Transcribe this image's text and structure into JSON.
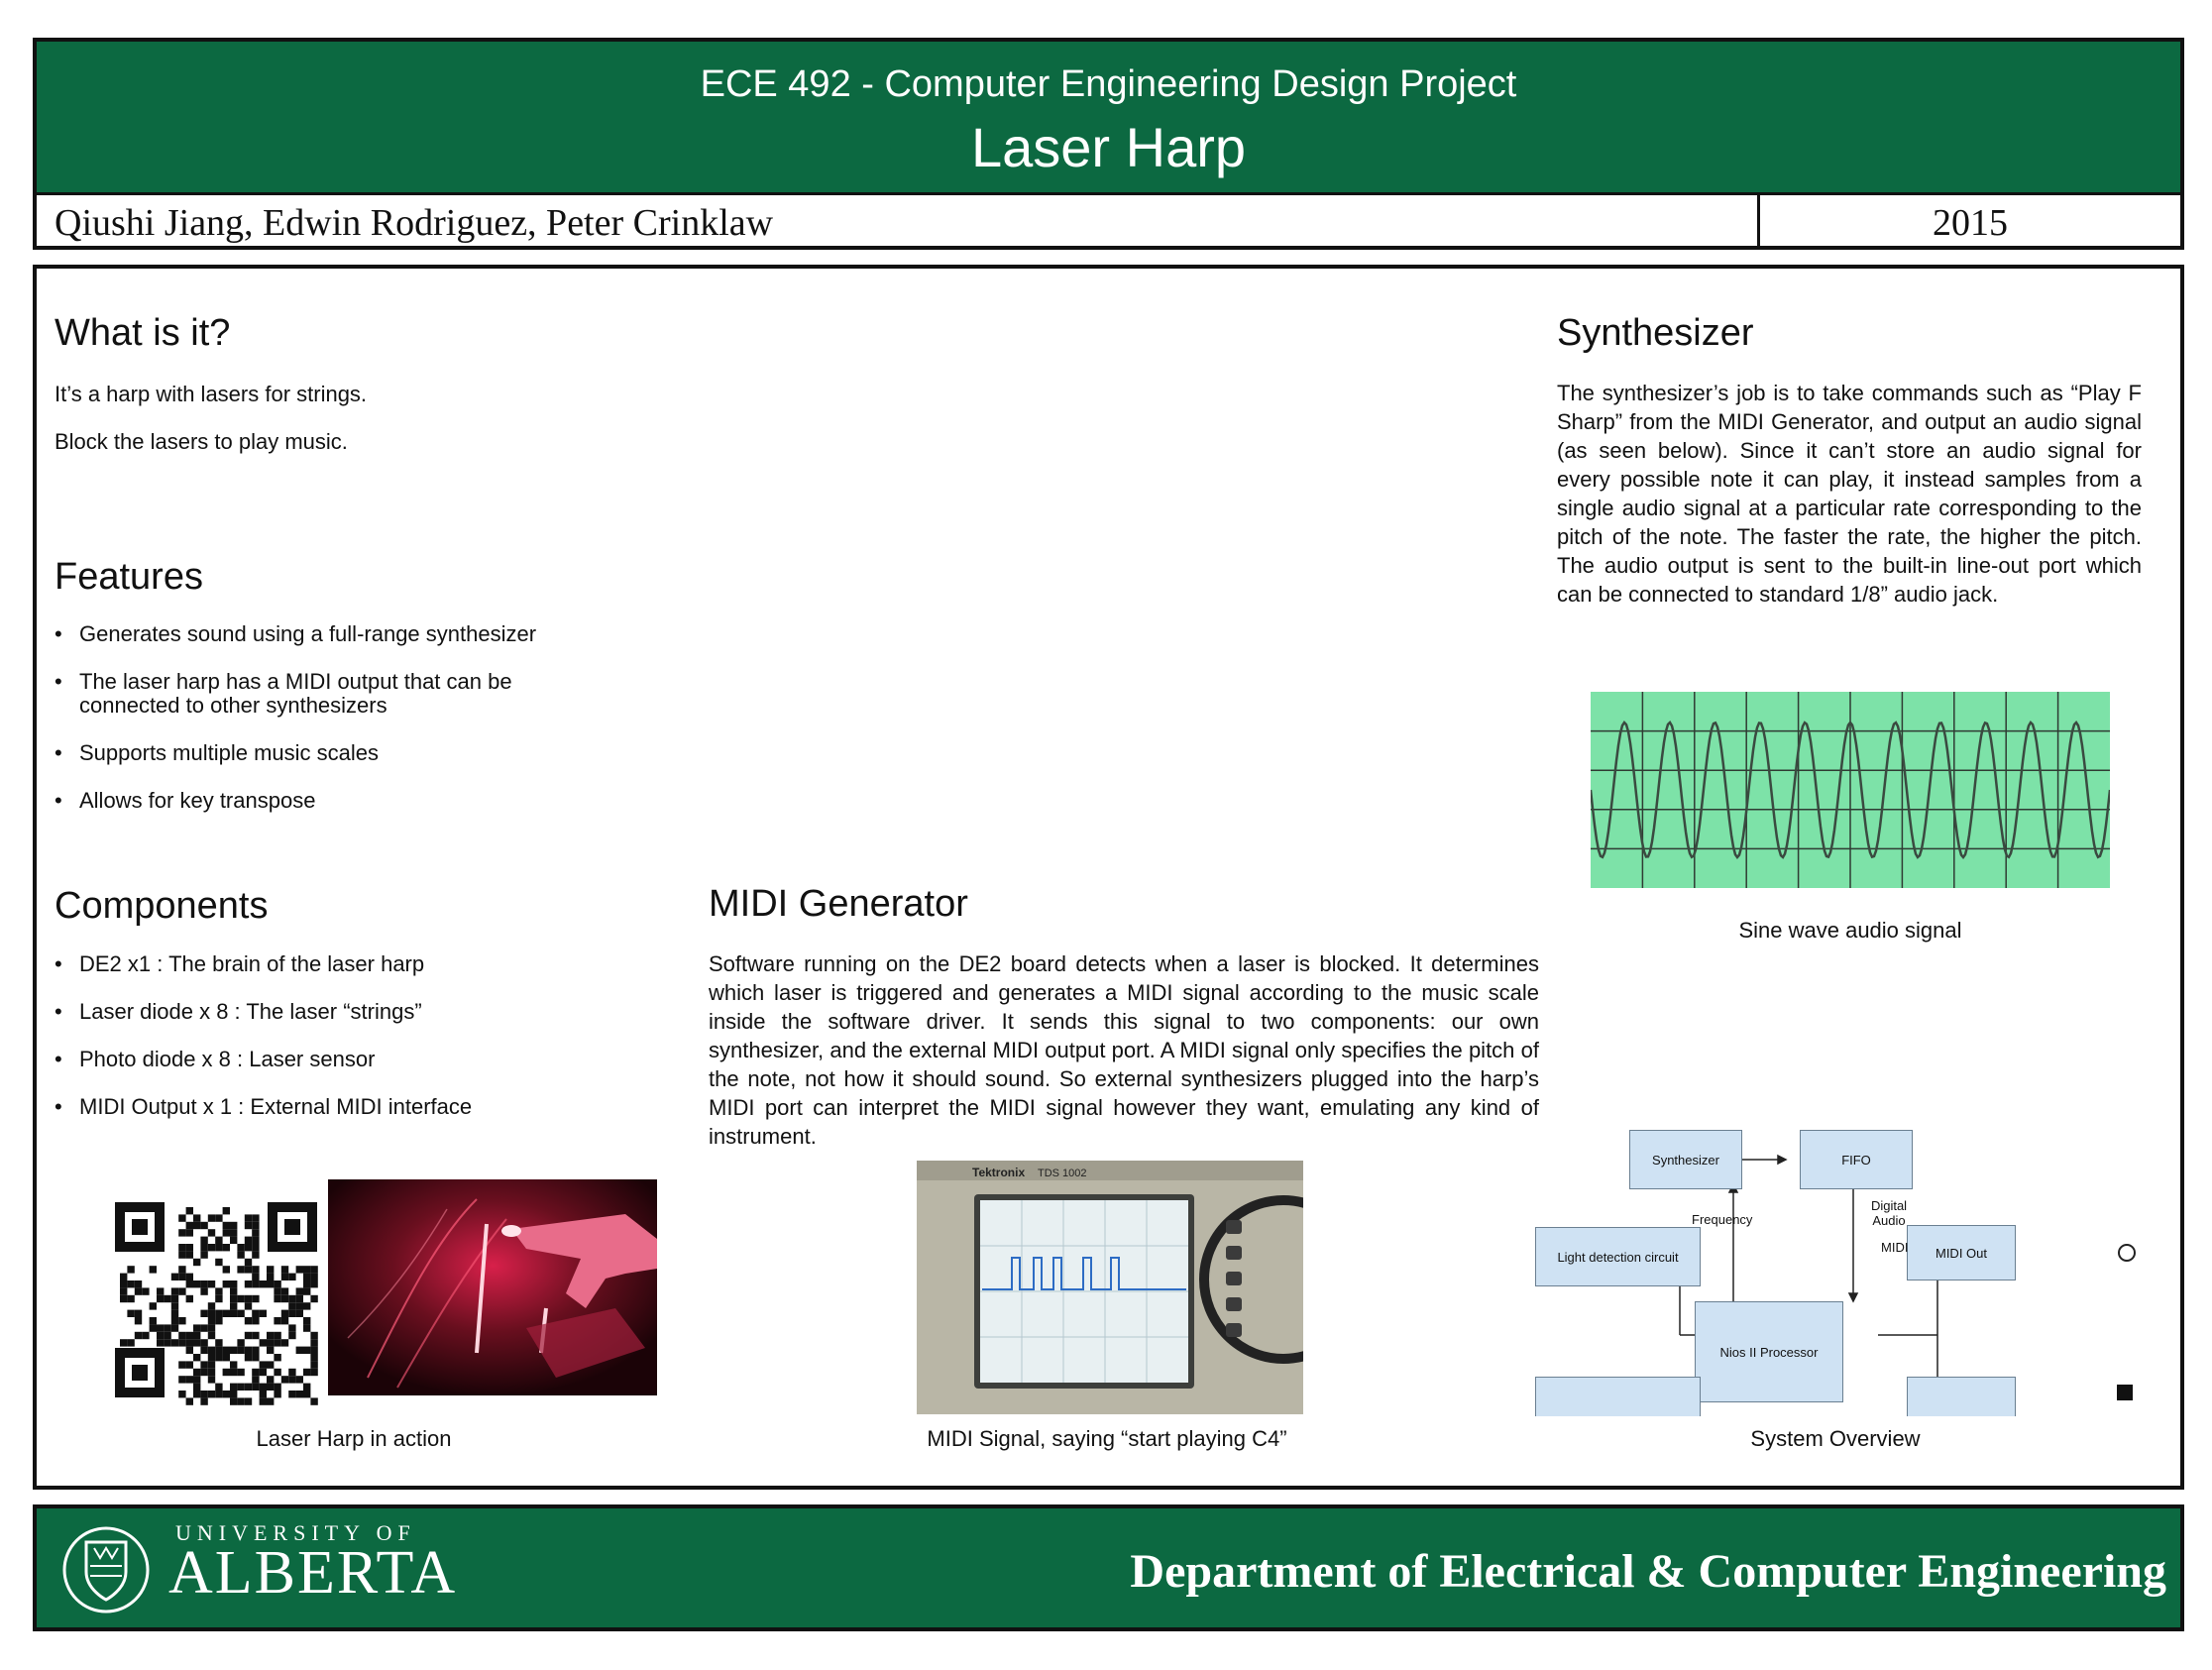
{
  "header": {
    "course": "ECE 492 - Computer Engineering Design Project",
    "title": "Laser Harp",
    "authors": "Qiushi Jiang, Edwin Rodriguez, Peter Crinklaw",
    "year": "2015"
  },
  "what_is_it": {
    "heading": "What is it?",
    "paragraphs": [
      "It’s a harp with lasers for strings.",
      "Block the lasers to play music."
    ]
  },
  "features": {
    "heading": "Features",
    "items": [
      "Generates sound using a full-range synthesizer",
      "The laser harp has a MIDI output that can be connected to other synthesizers",
      "Supports multiple music scales",
      "Allows for key transpose"
    ]
  },
  "components": {
    "heading": "Components",
    "items": [
      "DE2 x1 : The brain of the laser harp",
      "Laser diode x 8 : The laser “strings”",
      "Photo diode x 8 : Laser sensor",
      "MIDI Output x 1 : External MIDI interface"
    ]
  },
  "midi_generator": {
    "heading": "MIDI Generator",
    "body": "Software running on the DE2 board detects when a laser is blocked. It determines which laser is triggered and generates a MIDI signal according to the music scale inside the software driver. It sends this signal to two components: our own synthesizer, and the external MIDI output port. A MIDI signal only specifies the pitch of the note, not how it should sound. So external synthesizers plugged into the harp’s MIDI port can interpret the MIDI signal however they want, emulating any kind of instrument."
  },
  "synthesizer": {
    "heading": "Synthesizer",
    "body": "The synthesizer’s job is to take commands such as “Play F Sharp” from the MIDI Generator, and output an audio signal (as seen below). Since it can’t store an audio signal for every possible note it can play, it instead samples from a single audio signal at a particular rate corresponding to the pitch of the note. The faster the rate, the higher the pitch. The audio output is sent to the built-in line-out port which can be connected to standard 1/8” audio jack."
  },
  "captions": {
    "laser_harp": "Laser Harp in action",
    "midi_signal": "MIDI Signal, saying “start playing C4”",
    "sine_wave": "Sine wave audio signal",
    "system_overview": "System Overview"
  },
  "scope": {
    "brand": "Tektronix",
    "model": "TDS 1002"
  },
  "diagram": {
    "synthesizer": "Synthesizer",
    "fifo": "FIFO",
    "light_detection": "Light detection circuit",
    "processor": "Nios II Processor",
    "midi_out": "MIDI Out",
    "frequency": "Frequency",
    "digital_audio": "Digital Audio",
    "midi": "MIDI"
  },
  "footer": {
    "university_top": "UNIVERSITY OF",
    "university_main": "ALBERTA",
    "department": "Department of Electrical & Computer Engineering"
  },
  "colors": {
    "brand_green": "#0c6941",
    "wave_bg": "#7de2a8",
    "diagram_box": "#cfe2f3"
  }
}
